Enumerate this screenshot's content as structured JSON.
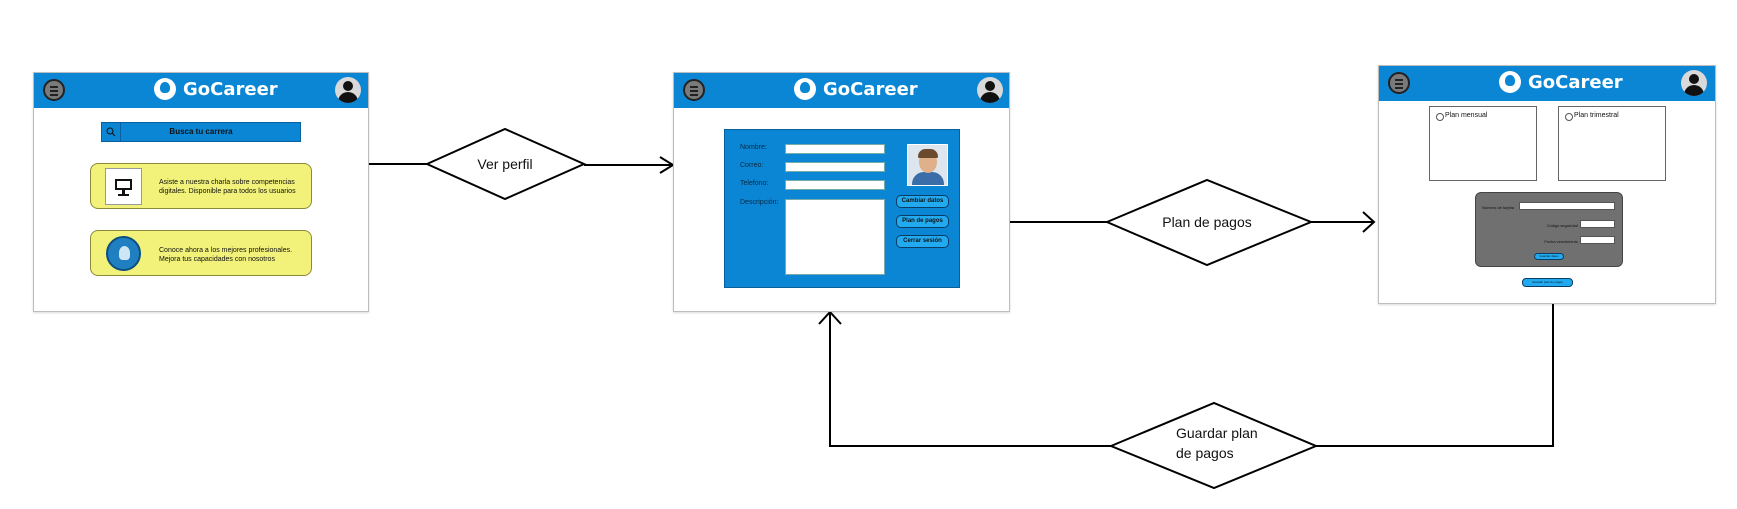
{
  "brand": "GoCareer",
  "colors": {
    "topbar": "#0a86d4",
    "card": "#f2f27a",
    "panel": "#0a86d4",
    "button": "#22aaf0"
  },
  "screen1": {
    "search_label": "Busca tu carrera",
    "card1_line1": "Asiste a nuestra charla sobre competencias",
    "card1_line2": "digitales. Disponible para todos los usuarios",
    "card2_line1": "Conoce ahora a los mejores profesionales.",
    "card2_line2": "Mejora tus capacidades con nosotros"
  },
  "screen2": {
    "labels": {
      "name": "Nombre:",
      "email": "Correo:",
      "phone": "Telefono:",
      "description": "Descripción:"
    },
    "buttons": {
      "change": "Cambiar datos",
      "plan": "Plan de pagos",
      "logout": "Cerrar sesión"
    }
  },
  "screen3": {
    "plan_monthly": "Plan mensual",
    "plan_quarterly": "Plan trimestral",
    "card_number_label": "Número de tarjeta",
    "security_code_label": "Código seguridad",
    "expiry_label": "Fecha vencimiento",
    "save_card_button": "Guardar datos",
    "save_plan_button": "Guardar plan de pagos"
  },
  "flow": {
    "view_profile": "Ver perfil",
    "payment_plan": "Plan de pagos",
    "save_plan_line1": "Guardar plan",
    "save_plan_line2": "de pagos"
  },
  "icons": [
    "menu-icon",
    "logo-icon",
    "user-avatar-icon",
    "search-icon",
    "monitor-icon",
    "graduate-icon",
    "profile-photo"
  ]
}
